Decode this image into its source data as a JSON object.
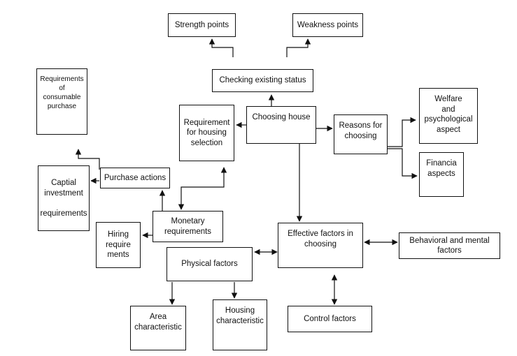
{
  "nodes": {
    "strength_points": "Strength points",
    "weakness_points": "Weakness points",
    "checking_existing_status": "Checking existing status",
    "requirements_consumable": "Requirements\nof\nconsumable\npurchase",
    "requirement_housing_selection": "Requirement\nfor housing\nselection",
    "choosing_house": "Choosing house",
    "reasons_for_choosing": "Reasons for\nchoosing",
    "welfare_psychological": "Welfare\nand\npsychological\naspect",
    "financia_aspects": "Financia\naspects",
    "purchase_actions": "Purchase actions",
    "capital_investment": "Captial\ninvestment\n\nrequirements",
    "monetary_requirements": "Monetary\nrequirements",
    "hiring_requirements": "Hiring\nrequire\nments",
    "effective_factors": "Effective factors in\nchoosing",
    "behavioral_mental": "Behavioral and mental\nfactors",
    "physical_factors": "Physical factors",
    "area_characteristic": "Area\ncharacteristic",
    "housing_characteristic": "Housing\ncharacteristic",
    "control_factors": "Control factors"
  }
}
